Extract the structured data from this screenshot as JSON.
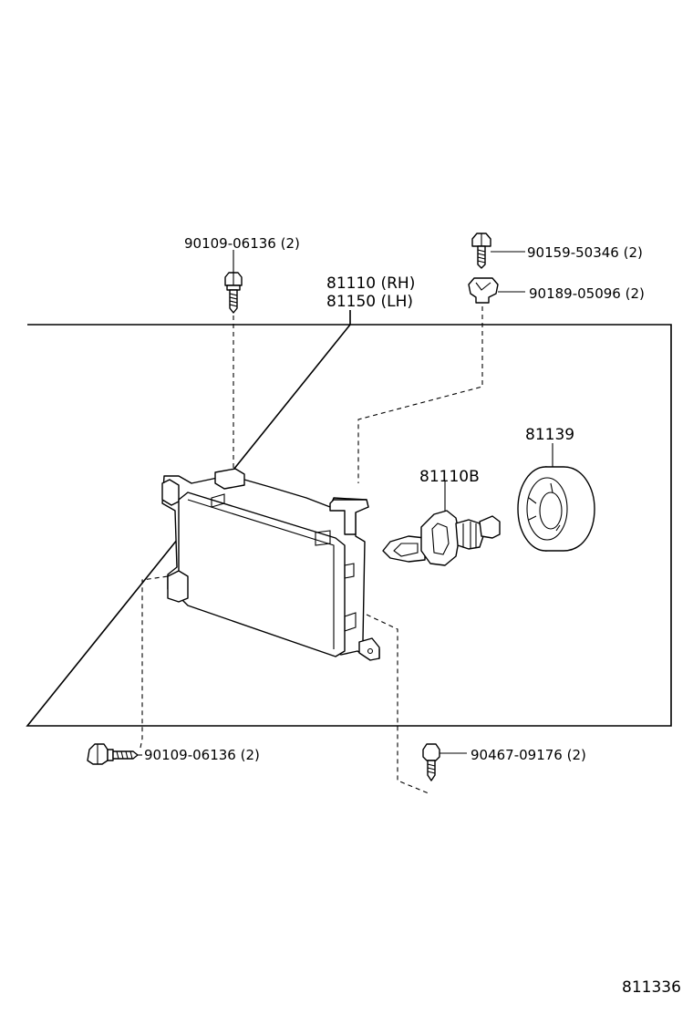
{
  "labels": {
    "bolt_top_left": "90109-06136 (2)",
    "bolt_top_right": "90159-50346 (2)",
    "nut_top_right": "90189-05096 (2)",
    "headlamp_rh": "81110 (RH)",
    "headlamp_lh": "81150 (LH)",
    "bulb_cover": "81139",
    "bulb": "81110B",
    "bolt_bottom_left": "90109-06136 (2)",
    "bolt_bottom_right": "90467-09176 (2)",
    "diagram_number": "811336"
  }
}
